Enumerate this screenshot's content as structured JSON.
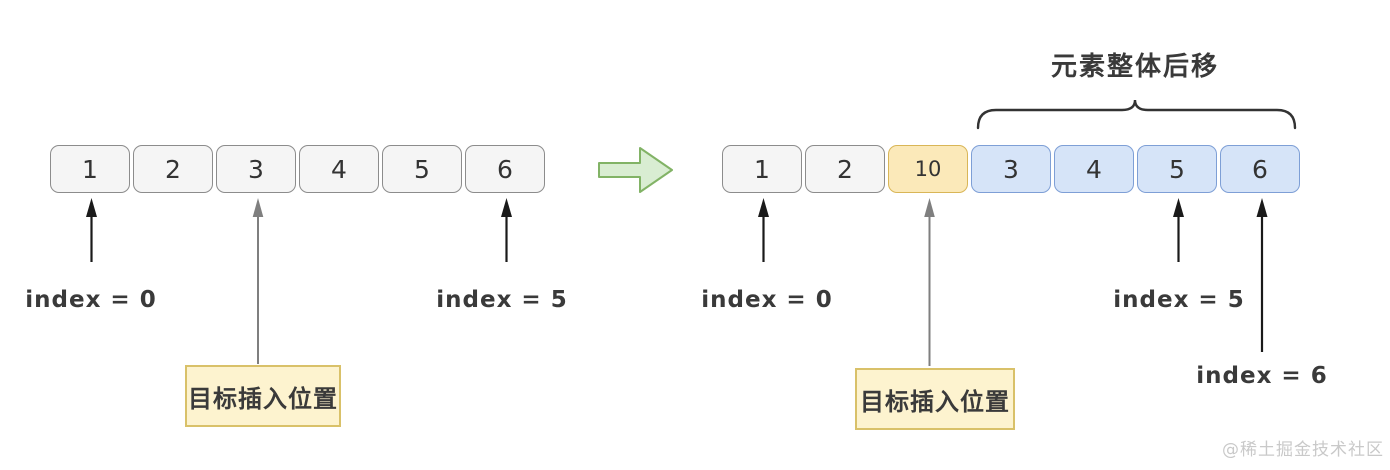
{
  "colors": {
    "cell_normal_bg": "#f5f5f5",
    "cell_normal_border": "#8c8c8c",
    "cell_inserted_bg": "#fbe9b9",
    "cell_inserted_border": "#d9b657",
    "cell_shifted_bg": "#d6e4f8",
    "cell_shifted_border": "#7e9fd6",
    "note_box_bg": "#fdf3cf",
    "note_box_border": "#d9c169",
    "block_arrow_fill": "#d9edd2",
    "block_arrow_border": "#82b366",
    "text_dark": "#3a3a3a",
    "arrow_black": "#1a1a1a",
    "arrow_gray": "#7f7f7f",
    "watermark_color": "#c9c9c9"
  },
  "before": {
    "cells": [
      "1",
      "2",
      "3",
      "4",
      "5",
      "6"
    ],
    "index0_label": "index = 0",
    "index5_label": "index = 5",
    "insert_label": "目标插入位置"
  },
  "after": {
    "cells": [
      "1",
      "2",
      "10",
      "3",
      "4",
      "5",
      "6"
    ],
    "index0_label": "index = 0",
    "index5_label": "index = 5",
    "index6_label": "index = 6",
    "insert_label": "目标插入位置",
    "shift_note": "元素整体后移"
  },
  "watermark": "@稀土掘金技术社区"
}
